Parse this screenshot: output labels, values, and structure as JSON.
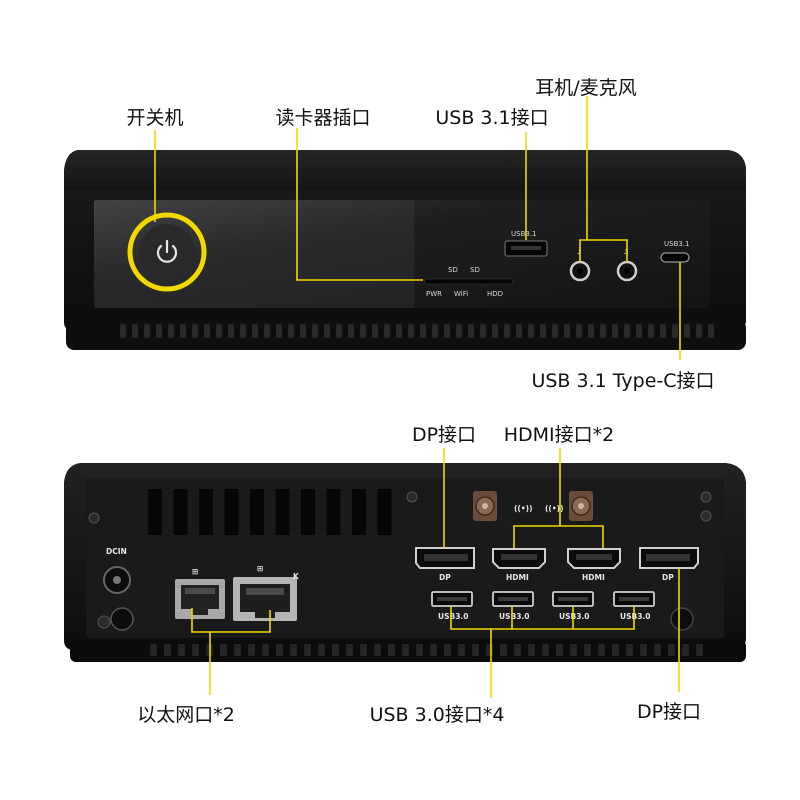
{
  "front_labels": {
    "power": "开关机",
    "card_reader": "读卡器插口",
    "usb31": "USB 3.1接口",
    "audio": "耳机/麦克风",
    "usb_typec": "USB 3.1 Type-C接口"
  },
  "back_labels": {
    "dp_top": "DP接口",
    "hdmi": "HDMI接口*2",
    "ethernet": "以太网口*2",
    "usb30": "USB 3.0接口*4",
    "dp_bottom": "DP接口"
  },
  "device_text": {
    "usb31_port": "USB3.1",
    "typec_port": "USB3.1",
    "led_pwr": "PWR",
    "led_wifi": "WiFi",
    "led_hdd": "HDD",
    "sd1": "SD",
    "sd2": "SD",
    "dc_in": "DCIN",
    "dp_left": "DP",
    "dp_right": "DP",
    "hdmi_left": "HDMI",
    "hdmi_right": "HDMI",
    "usb30_1": "USB3.0",
    "usb30_2": "USB3.0",
    "usb30_3": "USB3.0",
    "usb30_4": "USB3.0",
    "lan_k": "K"
  },
  "colors": {
    "callout": "#f2d800",
    "device_body": "#141414",
    "panel": "#1d1d1f"
  }
}
